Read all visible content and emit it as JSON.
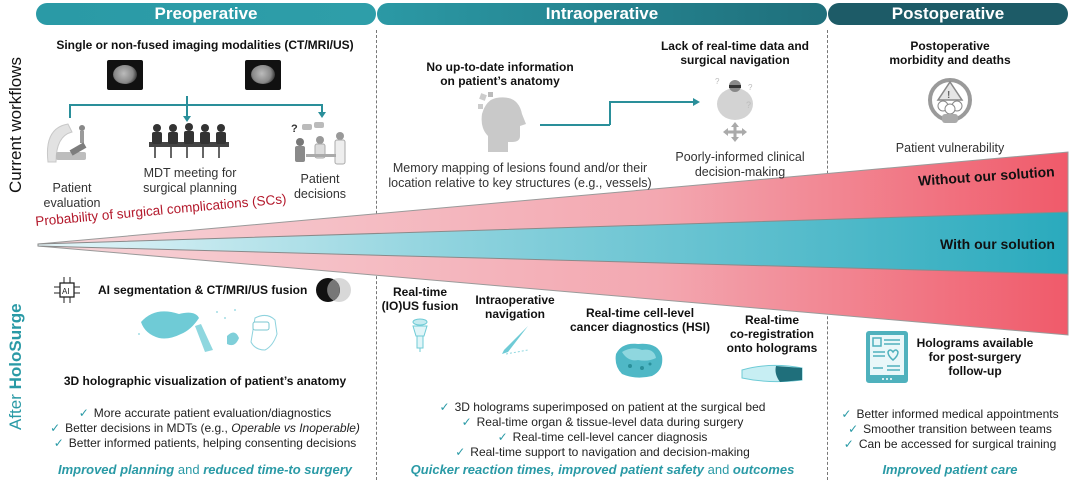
{
  "phases": [
    "Preoperative",
    "Intraoperative",
    "Postoperative"
  ],
  "row_labels": {
    "current": "Current workflows",
    "after_prefix": "After ",
    "after_brand": "HoloSurge"
  },
  "colors": {
    "teal": "#2a9aa6",
    "dark_teal": "#1d5b67",
    "risk_red": "#f05a6a",
    "label_red": "#b3182b"
  },
  "current": {
    "pre": {
      "heading": "Single or non-fused imaging modalities (CT/MRI/US)",
      "steps": [
        {
          "label_line1": "Patient",
          "label_line2": "evaluation",
          "icon": "ct-scanner-icon"
        },
        {
          "label_line1": "MDT meeting for",
          "label_line2": "surgical planning",
          "icon": "meeting-icon"
        },
        {
          "label_line1": "Patient",
          "label_line2": "decisions",
          "icon": "consultation-icon"
        }
      ]
    },
    "intra": {
      "item1_heading_line1": "No up-to-date information",
      "item1_heading_line2": "on patient’s anatomy",
      "item1_desc_line1": "Memory mapping of lesions found and/or their",
      "item1_desc_line2": "location relative to key structures (e.g., vessels)",
      "item2_heading_line1": "Lack of real-time data and",
      "item2_heading_line2": "surgical navigation",
      "item2_desc_line1": "Poorly-informed clinical",
      "item2_desc_line2": "decision-making"
    },
    "post": {
      "heading_line1": "Postoperative",
      "heading_line2": "morbidity and deaths",
      "desc": "Patient vulnerability"
    }
  },
  "risk_wedge": {
    "label": "Probability of surgical complications (SCs)",
    "without": "Without our solution",
    "with": "With our solution"
  },
  "after": {
    "pre": {
      "fusion_label": "AI segmentation & CT/MRI/US fusion",
      "vis_label": "3D holographic visualization of patient’s anatomy",
      "bullets": [
        "More accurate patient evaluation/diagnostics",
        "Better decisions in MDTs (e.g., ",
        "Better informed patients, helping consenting decisions"
      ],
      "bullet2_italic": "Operable vs Inoperable)",
      "outcome_a": "Improved planning",
      "outcome_and": " and ",
      "outcome_b": "reduced time-to surgery"
    },
    "intra": {
      "features": [
        {
          "line1": "Real-time",
          "line2": "(IO)US fusion"
        },
        {
          "line1": "Intraoperative",
          "line2": "navigation"
        },
        {
          "line1": "Real-time cell-level",
          "line2": "cancer diagnostics (HSI)"
        },
        {
          "line1": "Real-time",
          "line2": "co-registration",
          "line3": "onto holograms"
        }
      ],
      "bullets": [
        "3D holograms superimposed on patient at the surgical bed",
        "Real-time organ & tissue-level data during surgery",
        "Real-time cell-level cancer diagnosis",
        "Real-time support to navigation and decision-making"
      ],
      "outcome_a": "Quicker reaction times, improved patient safety",
      "outcome_and": " and ",
      "outcome_b": "outcomes"
    },
    "post": {
      "heading_line1": "Holograms available",
      "heading_line2": "for post-surgery",
      "heading_line3": "follow-up",
      "bullets": [
        "Better informed medical appointments",
        "Smoother transition between teams",
        "Can be accessed for surgical training"
      ],
      "outcome": "Improved patient care"
    }
  },
  "check_glyph": "✓"
}
